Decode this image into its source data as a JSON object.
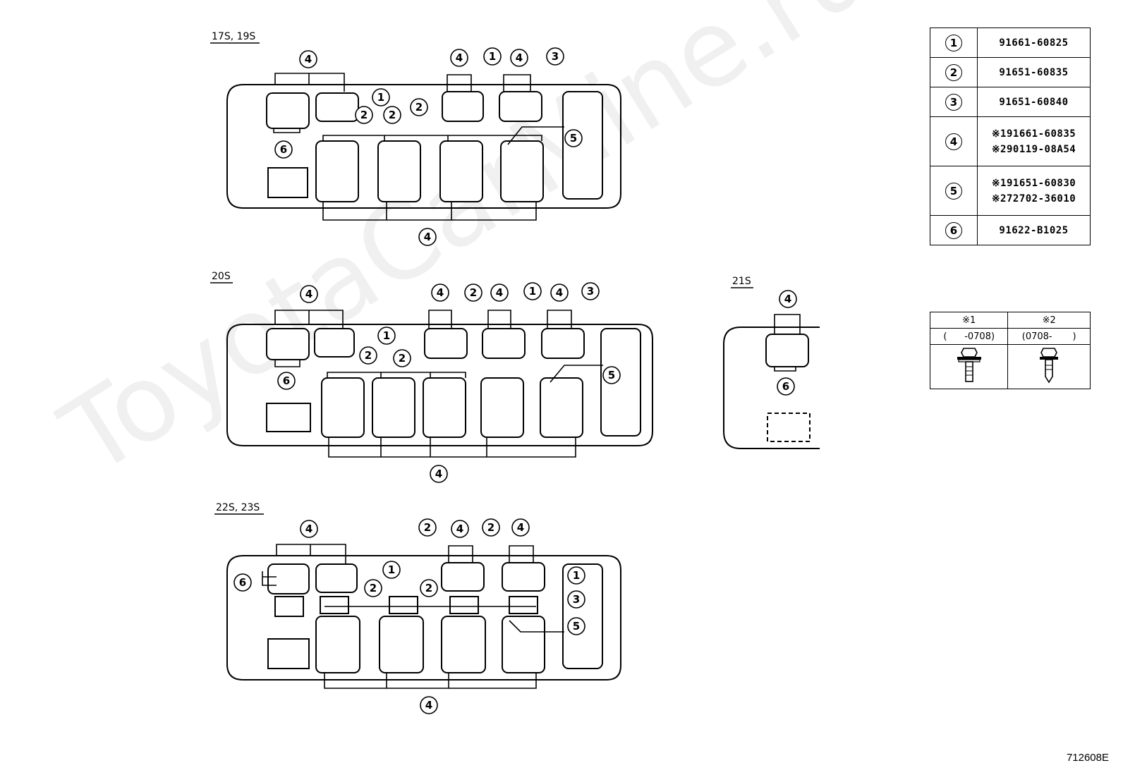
{
  "sections": [
    {
      "label": "17S, 19S"
    },
    {
      "label": "20S"
    },
    {
      "label": "21S"
    },
    {
      "label": "22S, 23S"
    }
  ],
  "callouts": [
    "1",
    "2",
    "3",
    "4",
    "5",
    "6"
  ],
  "parts": [
    {
      "ref": "1",
      "codes": [
        "91661-60825"
      ]
    },
    {
      "ref": "2",
      "codes": [
        "91651-60835"
      ]
    },
    {
      "ref": "3",
      "codes": [
        "91651-60840"
      ]
    },
    {
      "ref": "4",
      "codes": [
        "※191661-60835",
        "※290119-08A54"
      ]
    },
    {
      "ref": "5",
      "codes": [
        "※191651-60830",
        "※272702-36010"
      ]
    },
    {
      "ref": "6",
      "codes": [
        "91622-B1025"
      ]
    }
  ],
  "periods": {
    "headers": [
      "※1",
      "※2"
    ],
    "ranges": [
      "(      -0708)",
      "(0708-       )"
    ]
  },
  "watermark": "ToyotaCarMine.ru",
  "figure_code": "712608E"
}
